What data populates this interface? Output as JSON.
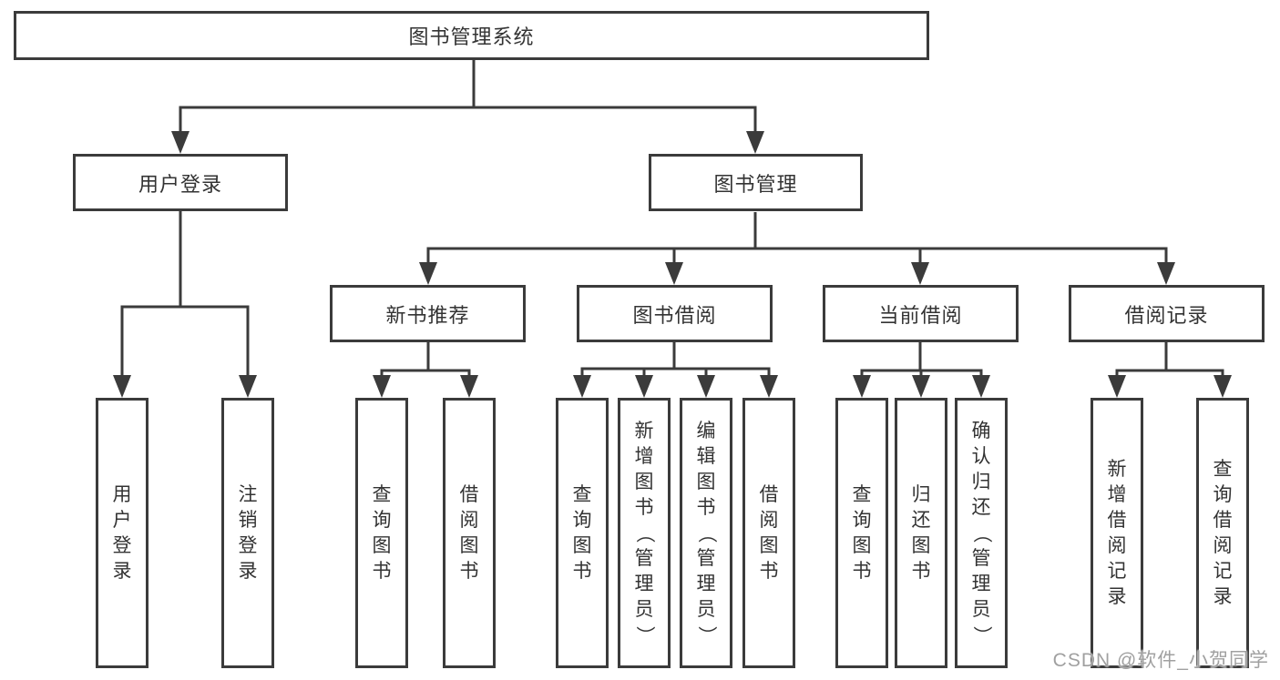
{
  "diagram": {
    "type": "hierarchy-tree",
    "tree": {
      "label": "图书管理系统",
      "children": [
        {
          "label": "用户登录",
          "children": [
            {
              "label": "用户登录"
            },
            {
              "label": "注销登录"
            }
          ]
        },
        {
          "label": "图书管理",
          "children": [
            {
              "label": "新书推荐",
              "children": [
                {
                  "label": "查询图书"
                },
                {
                  "label": "借阅图书"
                }
              ]
            },
            {
              "label": "图书借阅",
              "children": [
                {
                  "label": "查询图书"
                },
                {
                  "label": "新增图书（管理员）"
                },
                {
                  "label": "编辑图书（管理员）"
                },
                {
                  "label": "借阅图书"
                }
              ]
            },
            {
              "label": "当前借阅",
              "children": [
                {
                  "label": "查询图书"
                },
                {
                  "label": "归还图书"
                },
                {
                  "label": "确认归还（管理员）"
                }
              ]
            },
            {
              "label": "借阅记录",
              "children": [
                {
                  "label": "新增借阅记录"
                },
                {
                  "label": "查询借阅记录"
                }
              ]
            }
          ]
        }
      ]
    },
    "colors": {
      "line": "#3b3b3b",
      "box_border": "#3b3b3b",
      "box_fill": "#ffffff",
      "text": "#333333",
      "background": "#ffffff"
    }
  },
  "watermark": {
    "text": "CSDN @软件_小贺同学",
    "color": "#a0a0a0"
  }
}
